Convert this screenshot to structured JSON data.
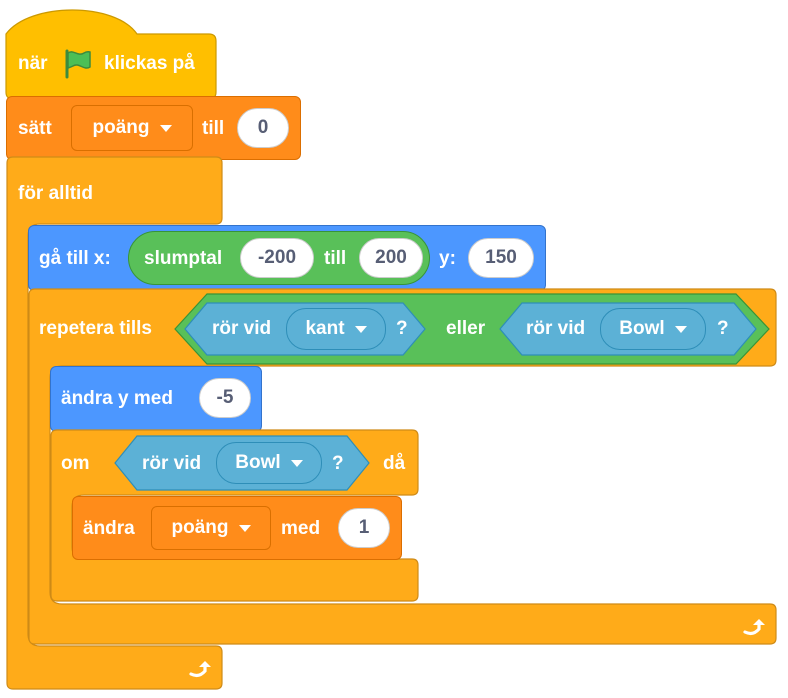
{
  "script": {
    "hat": {
      "when": "när",
      "clicked": "klickas på",
      "flag_icon": "green-flag-icon"
    },
    "set": {
      "label": "sätt",
      "variable": "poäng",
      "to": "till",
      "value": "0"
    },
    "forever": {
      "label": "för alltid",
      "loop_icon": "loop-arrow-icon"
    },
    "goto": {
      "label": "gå till x:",
      "random": {
        "label": "slumptal",
        "from": "-200",
        "to_label": "till",
        "to": "200"
      },
      "y_label": "y:",
      "y": "150"
    },
    "repeat_until": {
      "label": "repetera tills",
      "touching_a": {
        "label": "rör vid",
        "target": "kant",
        "q": "?"
      },
      "or": "eller",
      "touching_b": {
        "label": "rör vid",
        "target": "Bowl",
        "q": "?"
      }
    },
    "change_y": {
      "label": "ändra y med",
      "value": "-5"
    },
    "if": {
      "label": "om",
      "touching": {
        "label": "rör vid",
        "target": "Bowl",
        "q": "?"
      },
      "then": "då"
    },
    "change_var": {
      "label": "ändra",
      "variable": "poäng",
      "by": "med",
      "value": "1"
    }
  },
  "colors": {
    "events": "#FFBF00",
    "control": "#FFAB19",
    "variables": "#FF8C1A",
    "motion": "#4C97FF",
    "operators": "#59C059",
    "sensing": "#5CB1D6"
  }
}
